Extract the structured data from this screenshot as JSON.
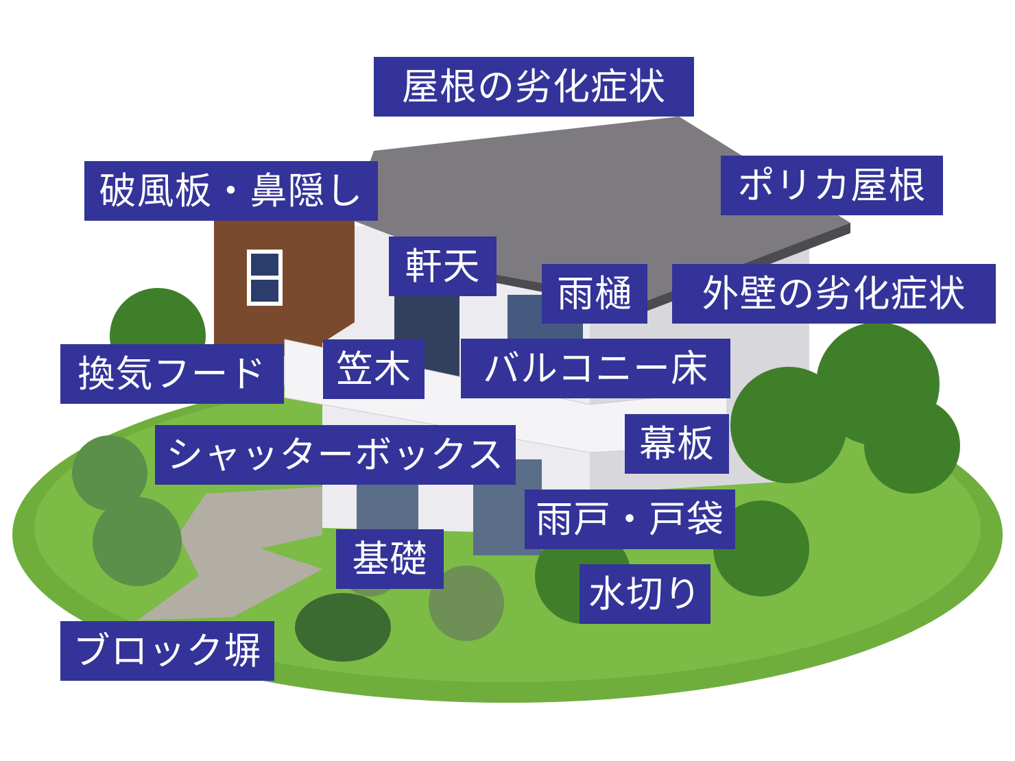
{
  "colors": {
    "label_bg": "#333399",
    "label_text": "#ffffff",
    "lawn": "#6fae3c",
    "roof": "#7d7b80",
    "wall": "#e9e9ee",
    "wood": "#7a4a2e"
  },
  "labels": {
    "roof_deterioration": "屋根の劣化症状",
    "fascia_barge": "破風板・鼻隠し",
    "polycarbonate_roof": "ポリカ屋根",
    "soffit": "軒天",
    "gutter": "雨樋",
    "exterior_wall_deterioration": "外壁の劣化症状",
    "vent_hood": "換気フード",
    "coping": "笠木",
    "balcony_floor": "バルコニー床",
    "band_board": "幕板",
    "shutter_box": "シャッターボックス",
    "storm_shutter_case": "雨戸・戸袋",
    "foundation": "基礎",
    "drip_edge": "水切り",
    "block_wall": "ブロック塀"
  }
}
